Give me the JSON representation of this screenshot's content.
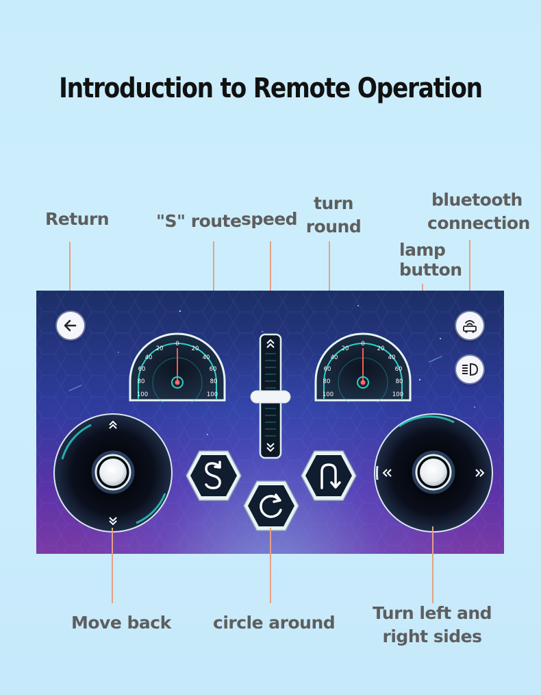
{
  "title": "Introduction to Remote Operation",
  "callouts": {
    "return": "Return",
    "s_route": "\"S\" route",
    "speed": "speed",
    "turn_round_line1": "turn",
    "turn_round_line2": "round",
    "bluetooth_line1": "bluetooth",
    "bluetooth_line2": "connection",
    "lamp_line1": "lamp",
    "lamp_line2": "button",
    "move_back": "Move back",
    "circle_around": "circle around",
    "turn_sides_line1": "Turn left and",
    "turn_sides_line2": "right sides"
  },
  "speedometer": {
    "ticks_left": [
      "0",
      "20",
      "40",
      "60",
      "80",
      "100"
    ],
    "ticks_right": [
      "20",
      "40",
      "60",
      "80",
      "100"
    ]
  },
  "colors": {
    "leader": "#e4a184",
    "accent": "#29d3c8",
    "panel_top": "#1c2f66",
    "panel_bottom": "#7b3aa6"
  },
  "icons": {
    "return": "arrow-left-icon",
    "bluetooth": "bluetooth-car-icon",
    "lamp": "headlight-icon",
    "s_route": "s-route-icon",
    "turn_round": "u-turn-icon",
    "circle_around": "rotate-icon"
  }
}
